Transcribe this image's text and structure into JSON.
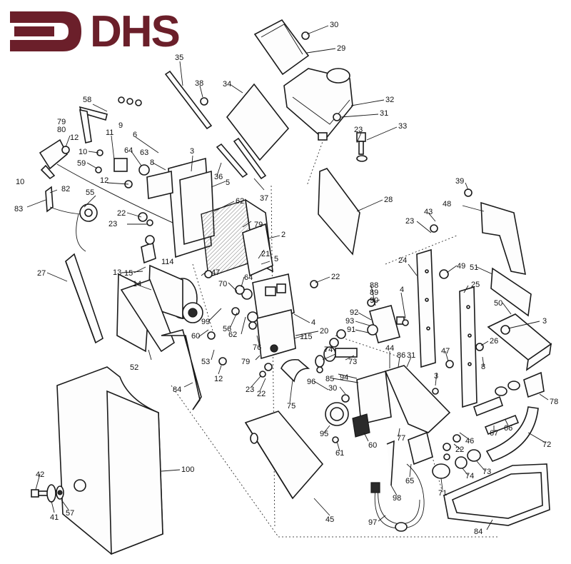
{
  "logo": {
    "text": "DHS",
    "color": "#6b1f2a"
  },
  "callouts": [
    {
      "id": "p30a",
      "label": "30"
    },
    {
      "id": "p29",
      "label": "29"
    },
    {
      "id": "p35",
      "label": "35"
    },
    {
      "id": "p38",
      "label": "38"
    },
    {
      "id": "p34",
      "label": "34"
    },
    {
      "id": "p32",
      "label": "32"
    },
    {
      "id": "p31a",
      "label": "31"
    },
    {
      "id": "p23a",
      "label": "23"
    },
    {
      "id": "p33",
      "label": "33"
    },
    {
      "id": "p58",
      "label": "58"
    },
    {
      "id": "p79a",
      "label": "79"
    },
    {
      "id": "p80",
      "label": "80"
    },
    {
      "id": "p12a",
      "label": "12"
    },
    {
      "id": "p11",
      "label": "11"
    },
    {
      "id": "p9",
      "label": "9"
    },
    {
      "id": "p6",
      "label": "6"
    },
    {
      "id": "p10a",
      "label": "10"
    },
    {
      "id": "p64a",
      "label": "64"
    },
    {
      "id": "p63",
      "label": "63"
    },
    {
      "id": "p8a",
      "label": "8"
    },
    {
      "id": "p3a",
      "label": "3"
    },
    {
      "id": "p59",
      "label": "59"
    },
    {
      "id": "p36",
      "label": "36"
    },
    {
      "id": "p10b",
      "label": "10"
    },
    {
      "id": "p12b",
      "label": "12"
    },
    {
      "id": "p82",
      "label": "82"
    },
    {
      "id": "p83",
      "label": "83"
    },
    {
      "id": "p5a",
      "label": "5"
    },
    {
      "id": "p62a",
      "label": "62"
    },
    {
      "id": "p37",
      "label": "37"
    },
    {
      "id": "p28",
      "label": "28"
    },
    {
      "id": "p39",
      "label": "39"
    },
    {
      "id": "p48",
      "label": "48"
    },
    {
      "id": "p55",
      "label": "55"
    },
    {
      "id": "p22a",
      "label": "22"
    },
    {
      "id": "p23b",
      "label": "23"
    },
    {
      "id": "p79b",
      "label": "79"
    },
    {
      "id": "p2",
      "label": "2"
    },
    {
      "id": "p43",
      "label": "43"
    },
    {
      "id": "p23c",
      "label": "23"
    },
    {
      "id": "p21",
      "label": "21"
    },
    {
      "id": "p5b",
      "label": "5"
    },
    {
      "id": "p27",
      "label": "27"
    },
    {
      "id": "p13",
      "label": "13"
    },
    {
      "id": "p15",
      "label": "15"
    },
    {
      "id": "p114",
      "label": "114"
    },
    {
      "id": "p47a",
      "label": "47"
    },
    {
      "id": "p64b",
      "label": "64"
    },
    {
      "id": "p70",
      "label": "70"
    },
    {
      "id": "p14",
      "label": "14"
    },
    {
      "id": "p22b",
      "label": "22"
    },
    {
      "id": "p24",
      "label": "24"
    },
    {
      "id": "p49",
      "label": "49"
    },
    {
      "id": "p51",
      "label": "51"
    },
    {
      "id": "p88",
      "label": "88"
    },
    {
      "id": "p89",
      "label": "89"
    },
    {
      "id": "p4a",
      "label": "4"
    },
    {
      "id": "p25",
      "label": "25"
    },
    {
      "id": "p90",
      "label": "90"
    },
    {
      "id": "p50",
      "label": "50"
    },
    {
      "id": "p3b",
      "label": "3"
    },
    {
      "id": "p92",
      "label": "92"
    },
    {
      "id": "p93",
      "label": "93"
    },
    {
      "id": "p91",
      "label": "91"
    },
    {
      "id": "p99",
      "label": "99"
    },
    {
      "id": "p56",
      "label": "56"
    },
    {
      "id": "p4b",
      "label": "4"
    },
    {
      "id": "p20",
      "label": "20"
    },
    {
      "id": "p60a",
      "label": "60"
    },
    {
      "id": "p62b",
      "label": "62"
    },
    {
      "id": "p115",
      "label": "115"
    },
    {
      "id": "p76",
      "label": "76"
    },
    {
      "id": "p74a",
      "label": "74"
    },
    {
      "id": "p47b",
      "label": "47"
    },
    {
      "id": "p26",
      "label": "26"
    },
    {
      "id": "p52",
      "label": "52"
    },
    {
      "id": "p53",
      "label": "53"
    },
    {
      "id": "p79c",
      "label": "79"
    },
    {
      "id": "p73a",
      "label": "73"
    },
    {
      "id": "p44",
      "label": "44"
    },
    {
      "id": "p8b",
      "label": "8"
    },
    {
      "id": "p86",
      "label": "86"
    },
    {
      "id": "p31b",
      "label": "31"
    },
    {
      "id": "p12c",
      "label": "12"
    },
    {
      "id": "p85",
      "label": "85"
    },
    {
      "id": "p94",
      "label": "94"
    },
    {
      "id": "p3c",
      "label": "3"
    },
    {
      "id": "p84a",
      "label": "84"
    },
    {
      "id": "p23d",
      "label": "23"
    },
    {
      "id": "p22c",
      "label": "22"
    },
    {
      "id": "p96",
      "label": "96"
    },
    {
      "id": "p30b",
      "label": "30"
    },
    {
      "id": "p75",
      "label": "75"
    },
    {
      "id": "p78",
      "label": "78"
    },
    {
      "id": "p66",
      "label": "66"
    },
    {
      "id": "p67",
      "label": "67"
    },
    {
      "id": "p95",
      "label": "95"
    },
    {
      "id": "p60b",
      "label": "60"
    },
    {
      "id": "p77",
      "label": "77"
    },
    {
      "id": "p46",
      "label": "46"
    },
    {
      "id": "p72",
      "label": "72"
    },
    {
      "id": "p61",
      "label": "61"
    },
    {
      "id": "p22d",
      "label": "22"
    },
    {
      "id": "p65",
      "label": "65"
    },
    {
      "id": "p74b",
      "label": "74"
    },
    {
      "id": "p73b",
      "label": "73"
    },
    {
      "id": "p100",
      "label": "100"
    },
    {
      "id": "p42",
      "label": "42"
    },
    {
      "id": "p71",
      "label": "71"
    },
    {
      "id": "p41",
      "label": "41"
    },
    {
      "id": "p57",
      "label": "57"
    },
    {
      "id": "p45",
      "label": "45"
    },
    {
      "id": "p98",
      "label": "98"
    },
    {
      "id": "p97",
      "label": "97"
    },
    {
      "id": "p84b",
      "label": "84"
    }
  ]
}
